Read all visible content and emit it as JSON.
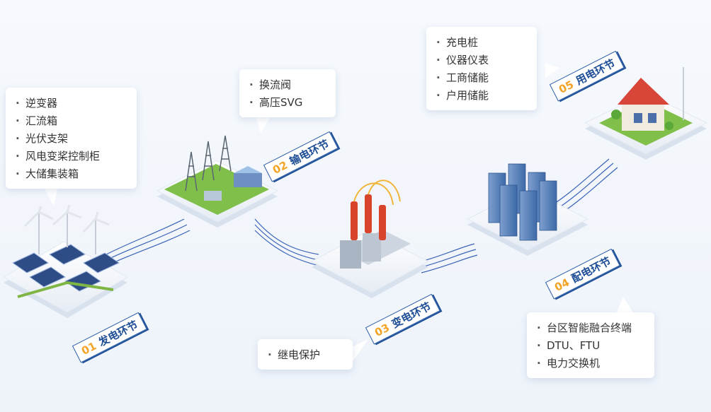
{
  "stages": [
    {
      "num": "01",
      "title": "发电环节",
      "items": [
        "逆变器",
        "汇流箱",
        "光伏支架",
        "风电变桨控制柜",
        "大储集装箱"
      ]
    },
    {
      "num": "02",
      "title": "输电环节",
      "items": [
        "换流阀",
        "高压SVG"
      ]
    },
    {
      "num": "03",
      "title": "变电环节",
      "items": [
        "继电保护"
      ]
    },
    {
      "num": "04",
      "title": "配电环节",
      "items": [
        "台区智能融合终端",
        "DTU、FTU",
        "电力交换机"
      ]
    },
    {
      "num": "05",
      "title": "用电环节",
      "items": [
        "充电桩",
        "仪器仪表",
        "工商储能",
        "户用储能"
      ]
    }
  ],
  "colors": {
    "label_blue": "#1f4f96",
    "number_orange": "#f3a325",
    "line_blue": "#3a63b8"
  }
}
